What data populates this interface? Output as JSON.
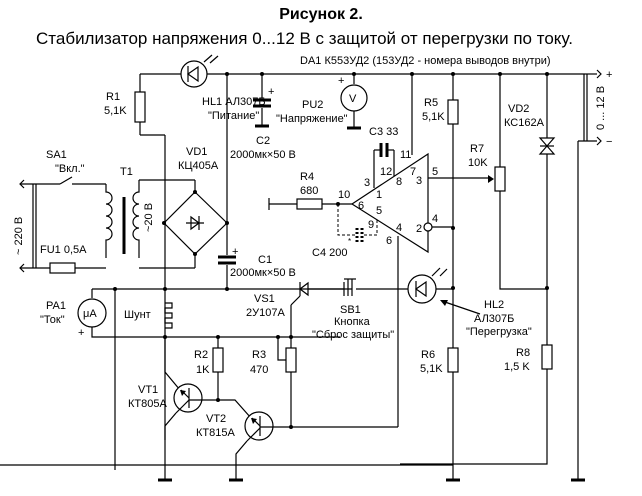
{
  "figure": {
    "title": "Рисунок 2.",
    "subtitle": "Стабилизатор напряжения 0...12 В с защитой от перегрузки по току."
  },
  "components": {
    "da1": {
      "label": "DA1 К553УД2 (153УД2 - номера выводов внутри)"
    },
    "r1": {
      "ref": "R1",
      "value": "5,1K"
    },
    "hl1": {
      "ref": "HL1 АЛ307Б",
      "name": "\"Питание\""
    },
    "c2": {
      "ref": "C2",
      "value": "2000мк×50 В"
    },
    "pu2": {
      "ref": "PU2",
      "name": "\"Напряжение\"",
      "symbol": "V"
    },
    "r5": {
      "ref": "R5",
      "value": "5,1K"
    },
    "vd2": {
      "ref": "VD2",
      "value": "КС162А"
    },
    "sa1": {
      "ref": "SA1",
      "name": "\"Вкл.\""
    },
    "t1": {
      "ref": "T1",
      "secondary": "~20 В"
    },
    "vd1": {
      "ref": "VD1",
      "value": "КЦ405А"
    },
    "c3": {
      "label": "C3 33"
    },
    "r4": {
      "ref": "R4",
      "value": "680"
    },
    "r7": {
      "ref": "R7",
      "value": "10K"
    },
    "mains": {
      "label": "~ 220 В"
    },
    "fu1": {
      "label": "FU1  0,5А"
    },
    "c4": {
      "label": "C4 200",
      "mark": "*"
    },
    "c1": {
      "ref": "C1",
      "value": "2000мк×50 В"
    },
    "pa1": {
      "ref": "PA1",
      "name": "\"Ток\"",
      "symbol": "μA"
    },
    "shunt": {
      "label": "Шунт"
    },
    "vs1": {
      "ref": "VS1",
      "value": "2У107А"
    },
    "sb1": {
      "ref": "SB1",
      "type": "Кнопка",
      "name": "\"Сброс защиты\""
    },
    "hl2": {
      "ref": "HL2",
      "value": "АЛ307Б",
      "name": "\"Перегрузка\""
    },
    "r2": {
      "ref": "R2",
      "value": "1K"
    },
    "r3": {
      "ref": "R3",
      "value": "470"
    },
    "r6": {
      "ref": "R6",
      "value": "5,1K"
    },
    "r8": {
      "ref": "R8",
      "value": "1,5 K"
    },
    "vt1": {
      "ref": "VT1",
      "value": "КТ805А"
    },
    "vt2": {
      "ref": "VT2",
      "value": "КТ815А"
    },
    "output": {
      "label": "0 ... 12 В",
      "plus": "+",
      "minus": "−"
    }
  },
  "opamp_pins": {
    "p11": "11",
    "p12": "12",
    "p3a": "3",
    "p7": "7",
    "p8": "8",
    "p1": "1",
    "p5out": "5",
    "p3out": "3",
    "p10": "10",
    "p6in": "6",
    "p5": "5",
    "p9": "9",
    "p4": "4",
    "p6": "6",
    "p2": "2",
    "p4out": "4"
  },
  "polarity": {
    "plus": "+"
  }
}
